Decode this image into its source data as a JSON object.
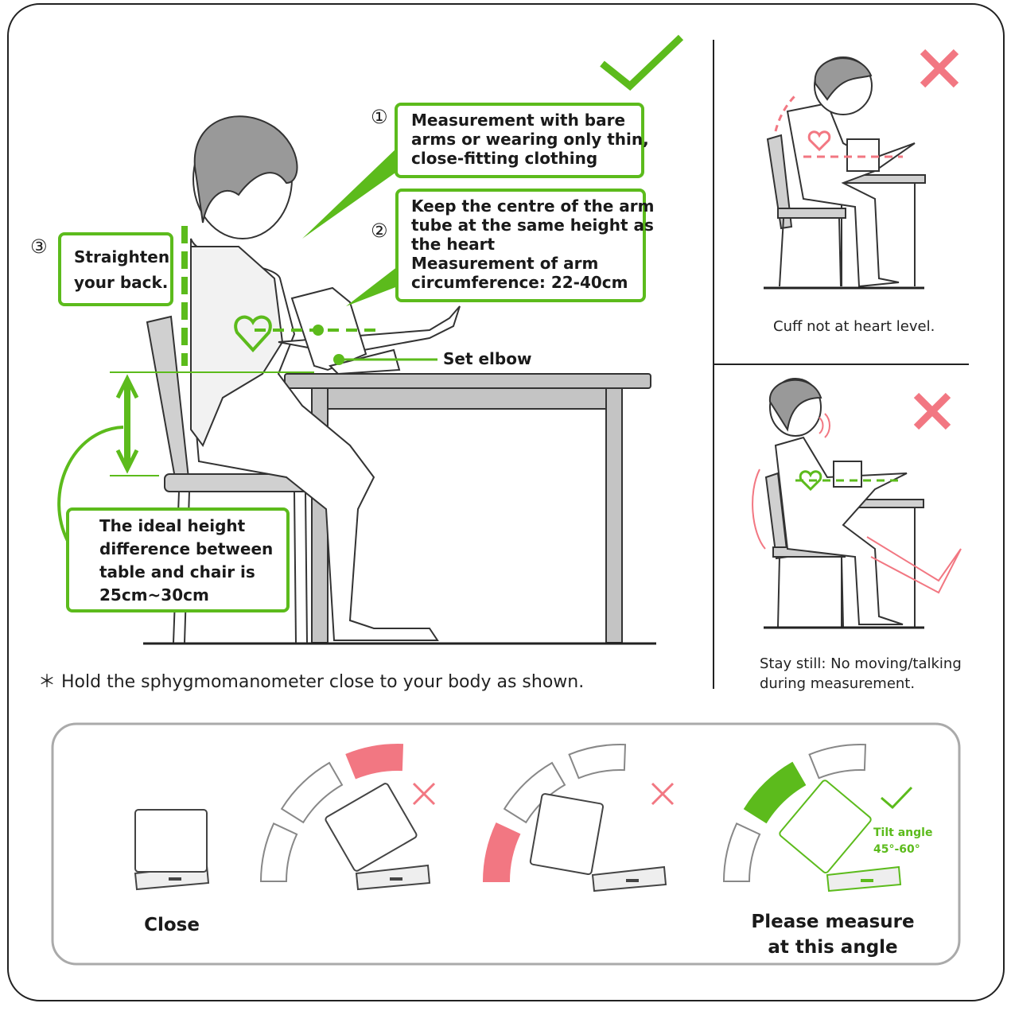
{
  "colors": {
    "green": "#5cbb1c",
    "pink": "#f27782",
    "gray": "#b5b5b5",
    "line": "#222222"
  },
  "main": {
    "markers": [
      "①",
      "②",
      "③"
    ],
    "callout_1": [
      "Measurement with bare",
      "arms or wearing only thin,",
      "close-fitting clothing"
    ],
    "callout_2": [
      "Keep the centre of the arm",
      "tube at the same height as",
      "the heart",
      "Measurement of arm",
      "circumference: 22-40cm"
    ],
    "callout_3": [
      "Straighten",
      "your back."
    ],
    "callout_4": [
      "The ideal height",
      "difference between",
      "table and chair is",
      "25cm~30cm"
    ],
    "set_elbow": "Set elbow",
    "footnote": "＊ Hold the sphygmomanometer close to your body as shown."
  },
  "side_panels": [
    {
      "status": "wrong",
      "caption": [
        "Cuff not at heart level."
      ]
    },
    {
      "status": "wrong",
      "caption": [
        "Stay still: No moving/talking",
        "during measurement."
      ]
    }
  ],
  "angles": {
    "close_label": "Close",
    "correct_label": [
      "Please measure",
      "at this angle"
    ],
    "tilt_label": [
      "Tilt angle",
      "45°-60°"
    ]
  }
}
